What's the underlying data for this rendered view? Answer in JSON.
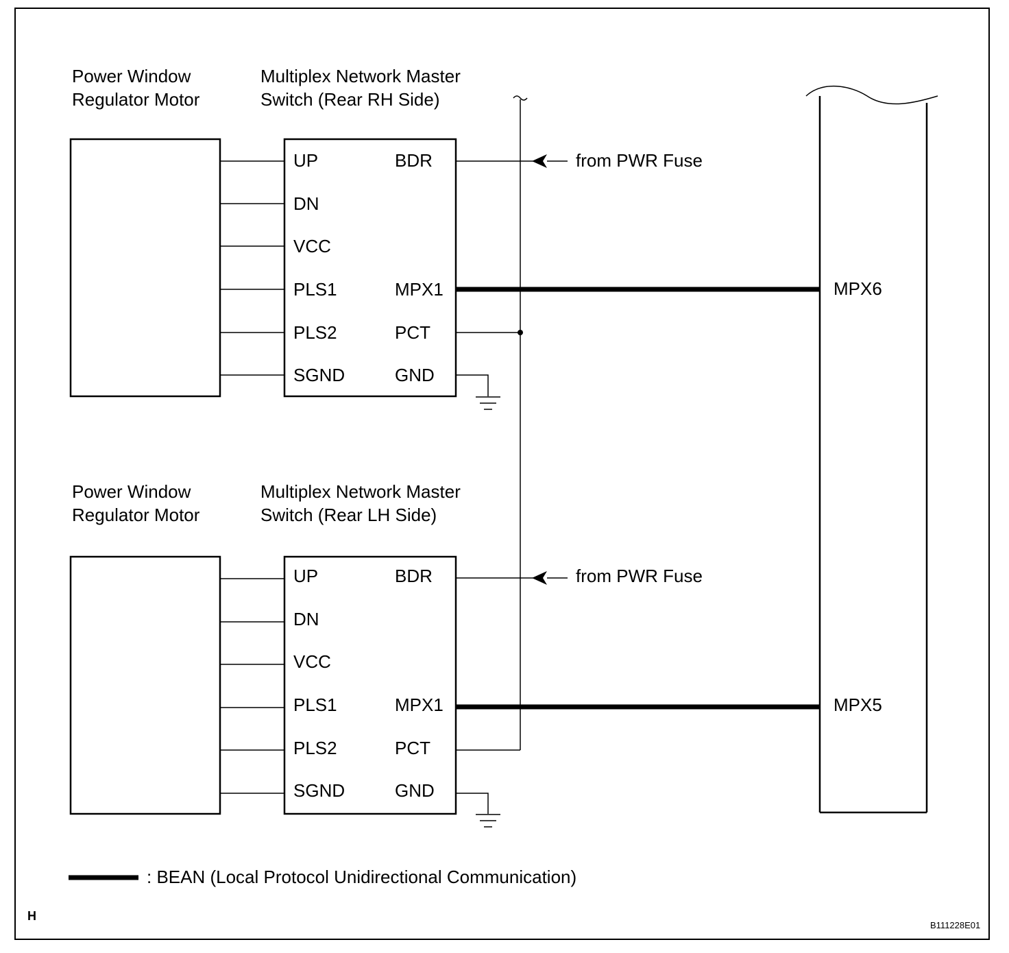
{
  "upper": {
    "motor_label": [
      "Power Window",
      "Regulator Motor"
    ],
    "switch_label": [
      "Multiplex Network Master",
      "Switch (Rear RH Side)"
    ],
    "left_pins": [
      "UP",
      "DN",
      "VCC",
      "PLS1",
      "PLS2",
      "SGND"
    ],
    "right_pins": [
      "BDR",
      "MPX1",
      "PCT",
      "GND"
    ],
    "fuse_label": "from PWR Fuse",
    "ecu_pin": "MPX6"
  },
  "lower": {
    "motor_label": [
      "Power Window",
      "Regulator Motor"
    ],
    "switch_label": [
      "Multiplex Network Master",
      "Switch (Rear LH Side)"
    ],
    "left_pins": [
      "UP",
      "DN",
      "VCC",
      "PLS1",
      "PLS2",
      "SGND"
    ],
    "right_pins": [
      "BDR",
      "MPX1",
      "PCT",
      "GND"
    ],
    "fuse_label": "from PWR Fuse",
    "ecu_pin": "MPX5"
  },
  "legend": ": BEAN (Local Protocol Unidirectional Communication)",
  "corner_letter": "H",
  "figure_code": "B111228E01"
}
